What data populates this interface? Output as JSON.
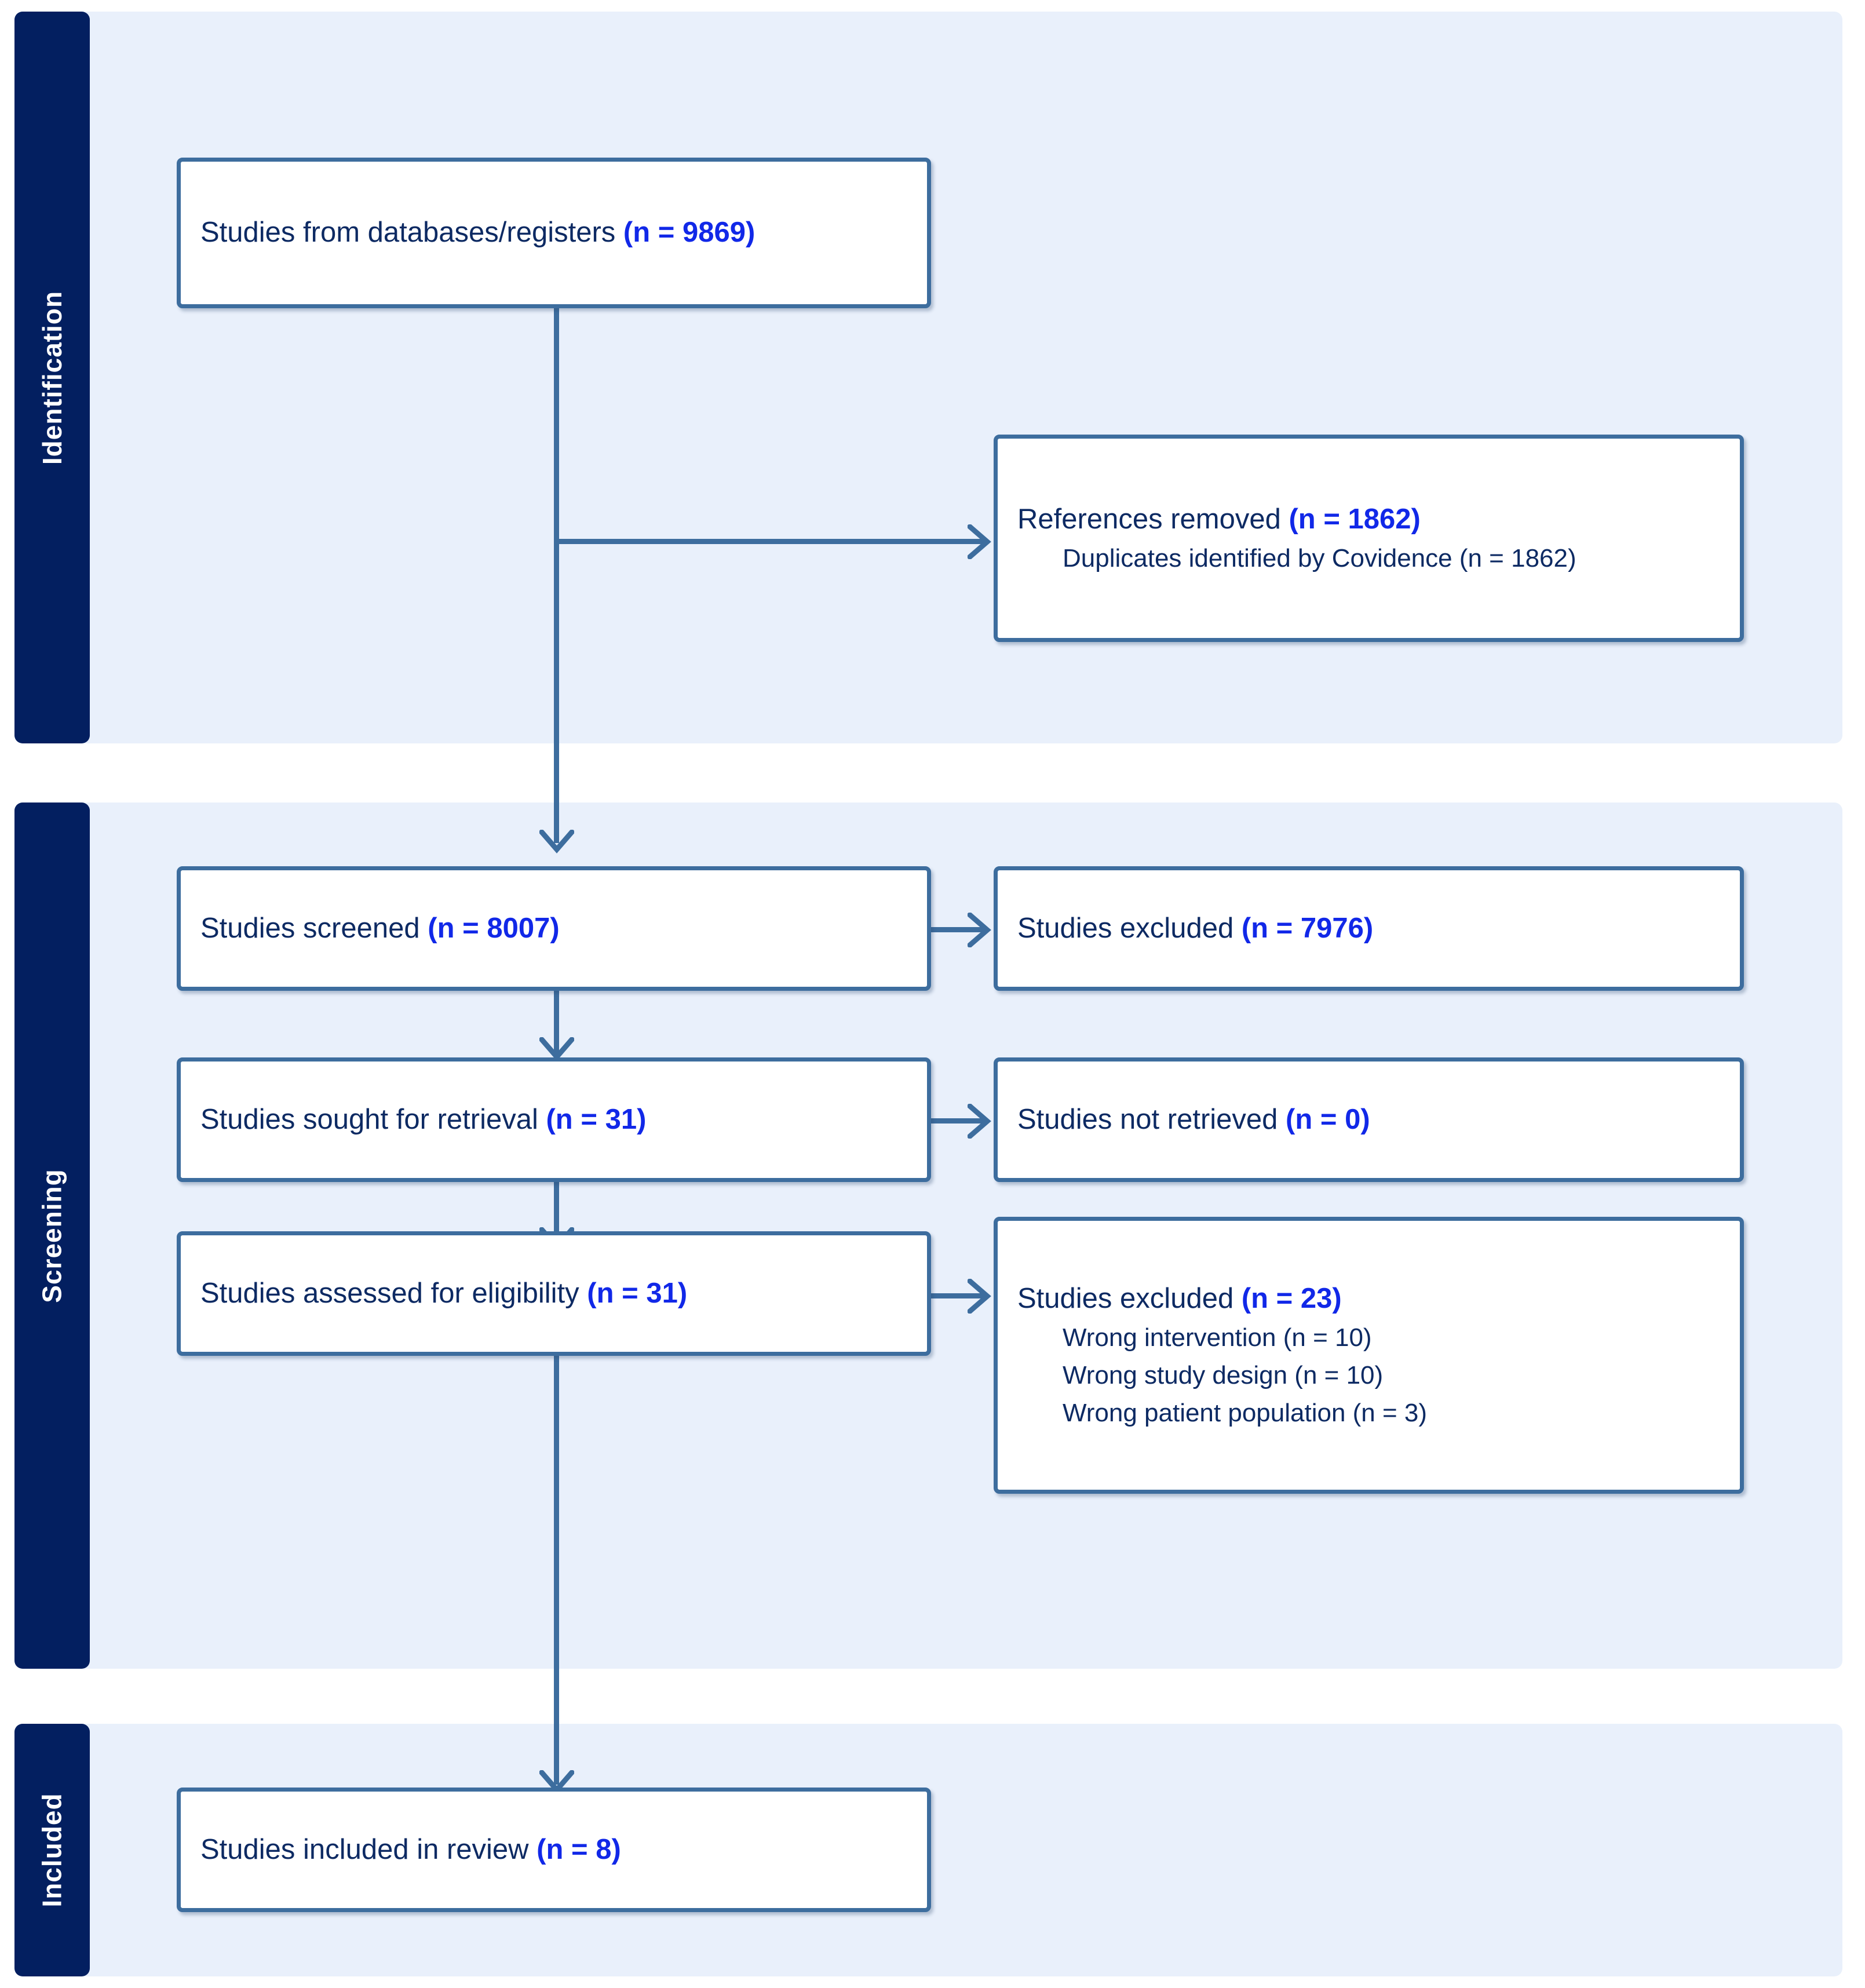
{
  "diagram": {
    "type": "prisma-flow-diagram",
    "colors": {
      "phase_bar": "#031f60",
      "phase_panel": "#e9f0fb",
      "box_border": "#3d6d9e",
      "box_fill": "#ffffff",
      "text": "#0d2a63",
      "accent_number": "#1128e8",
      "connector": "#3d6d9e"
    },
    "phases": [
      {
        "id": "identification",
        "label": "Identification"
      },
      {
        "id": "screening",
        "label": "Screening"
      },
      {
        "id": "included",
        "label": "Included"
      }
    ],
    "boxes": {
      "databases": {
        "label": "Studies from databases/registers",
        "count": "(n = 9869)"
      },
      "references_removed": {
        "label": "References removed",
        "count": "(n = 1862)",
        "sub_items": [
          "Duplicates identified by Covidence (n = 1862)"
        ]
      },
      "screened": {
        "label": "Studies screened",
        "count": "(n = 8007)"
      },
      "excluded_screened": {
        "label": "Studies excluded",
        "count": "(n = 7976)"
      },
      "sought": {
        "label": "Studies sought for retrieval",
        "count": "(n = 31)"
      },
      "not_retrieved": {
        "label": "Studies not retrieved",
        "count": "(n = 0)"
      },
      "assessed": {
        "label": "Studies assessed for eligibility",
        "count": "(n = 31)"
      },
      "excluded_assessed": {
        "label": "Studies excluded",
        "count": "(n = 23)",
        "sub_items": [
          "Wrong intervention (n = 10)",
          "Wrong study design (n = 10)",
          "Wrong patient population (n = 3)"
        ]
      },
      "included_review": {
        "label": "Studies included in review",
        "count": "(n = 8)"
      }
    }
  }
}
